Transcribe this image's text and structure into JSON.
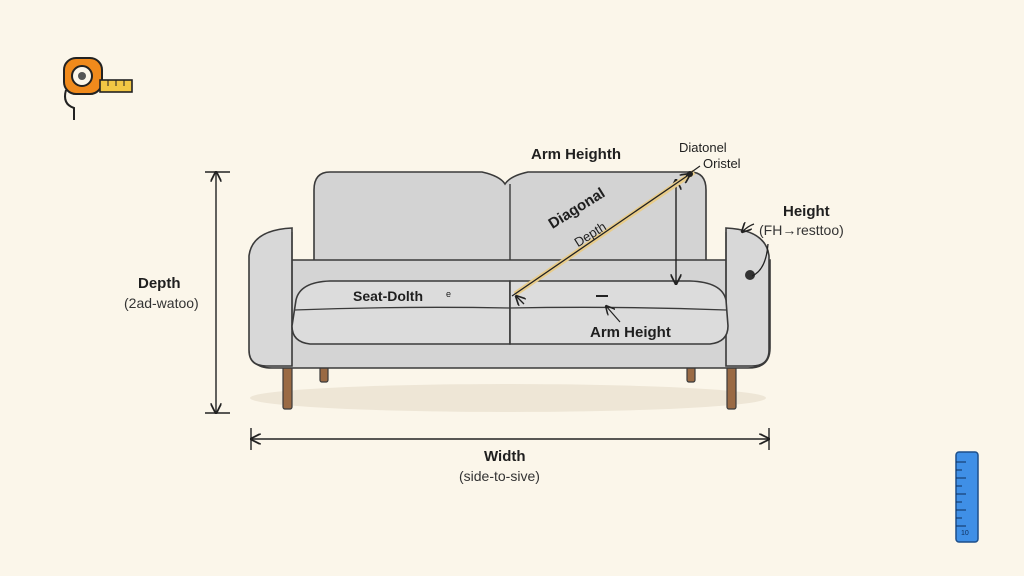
{
  "colors": {
    "background": "#fbf6ea",
    "sofa_fill": "#d4d4d4",
    "sofa_cushion": "#dcdcdc",
    "sofa_outline": "#3a3a3a",
    "legs": "#9a6a44",
    "tape_orange": "#f08a1c",
    "tape_yellow": "#f2c744",
    "ruler_blue": "#3f8fe6"
  },
  "icons": {
    "top_left": "tape-measure-icon",
    "bottom_right": "ruler-icon"
  },
  "labels": {
    "arm_height_top": "Arm Heighth",
    "diagonal_top_line1": "Diatonel",
    "diagonal_top_line2": "Oristel",
    "height_title": "Height",
    "height_sub": "(FH→resttoo)",
    "depth_title": "Depth",
    "depth_sub": "(2ad-watoo)",
    "diagonal_depth_line1": "Diagonal",
    "diagonal_depth_line2": "Depth",
    "seat_label": "Seat-Dolth",
    "seat_suffix": "e",
    "arm_height_seat": "Arm Height",
    "width_title": "Width",
    "width_sub": "(side-to-sive)",
    "ruler_mark": "10"
  }
}
